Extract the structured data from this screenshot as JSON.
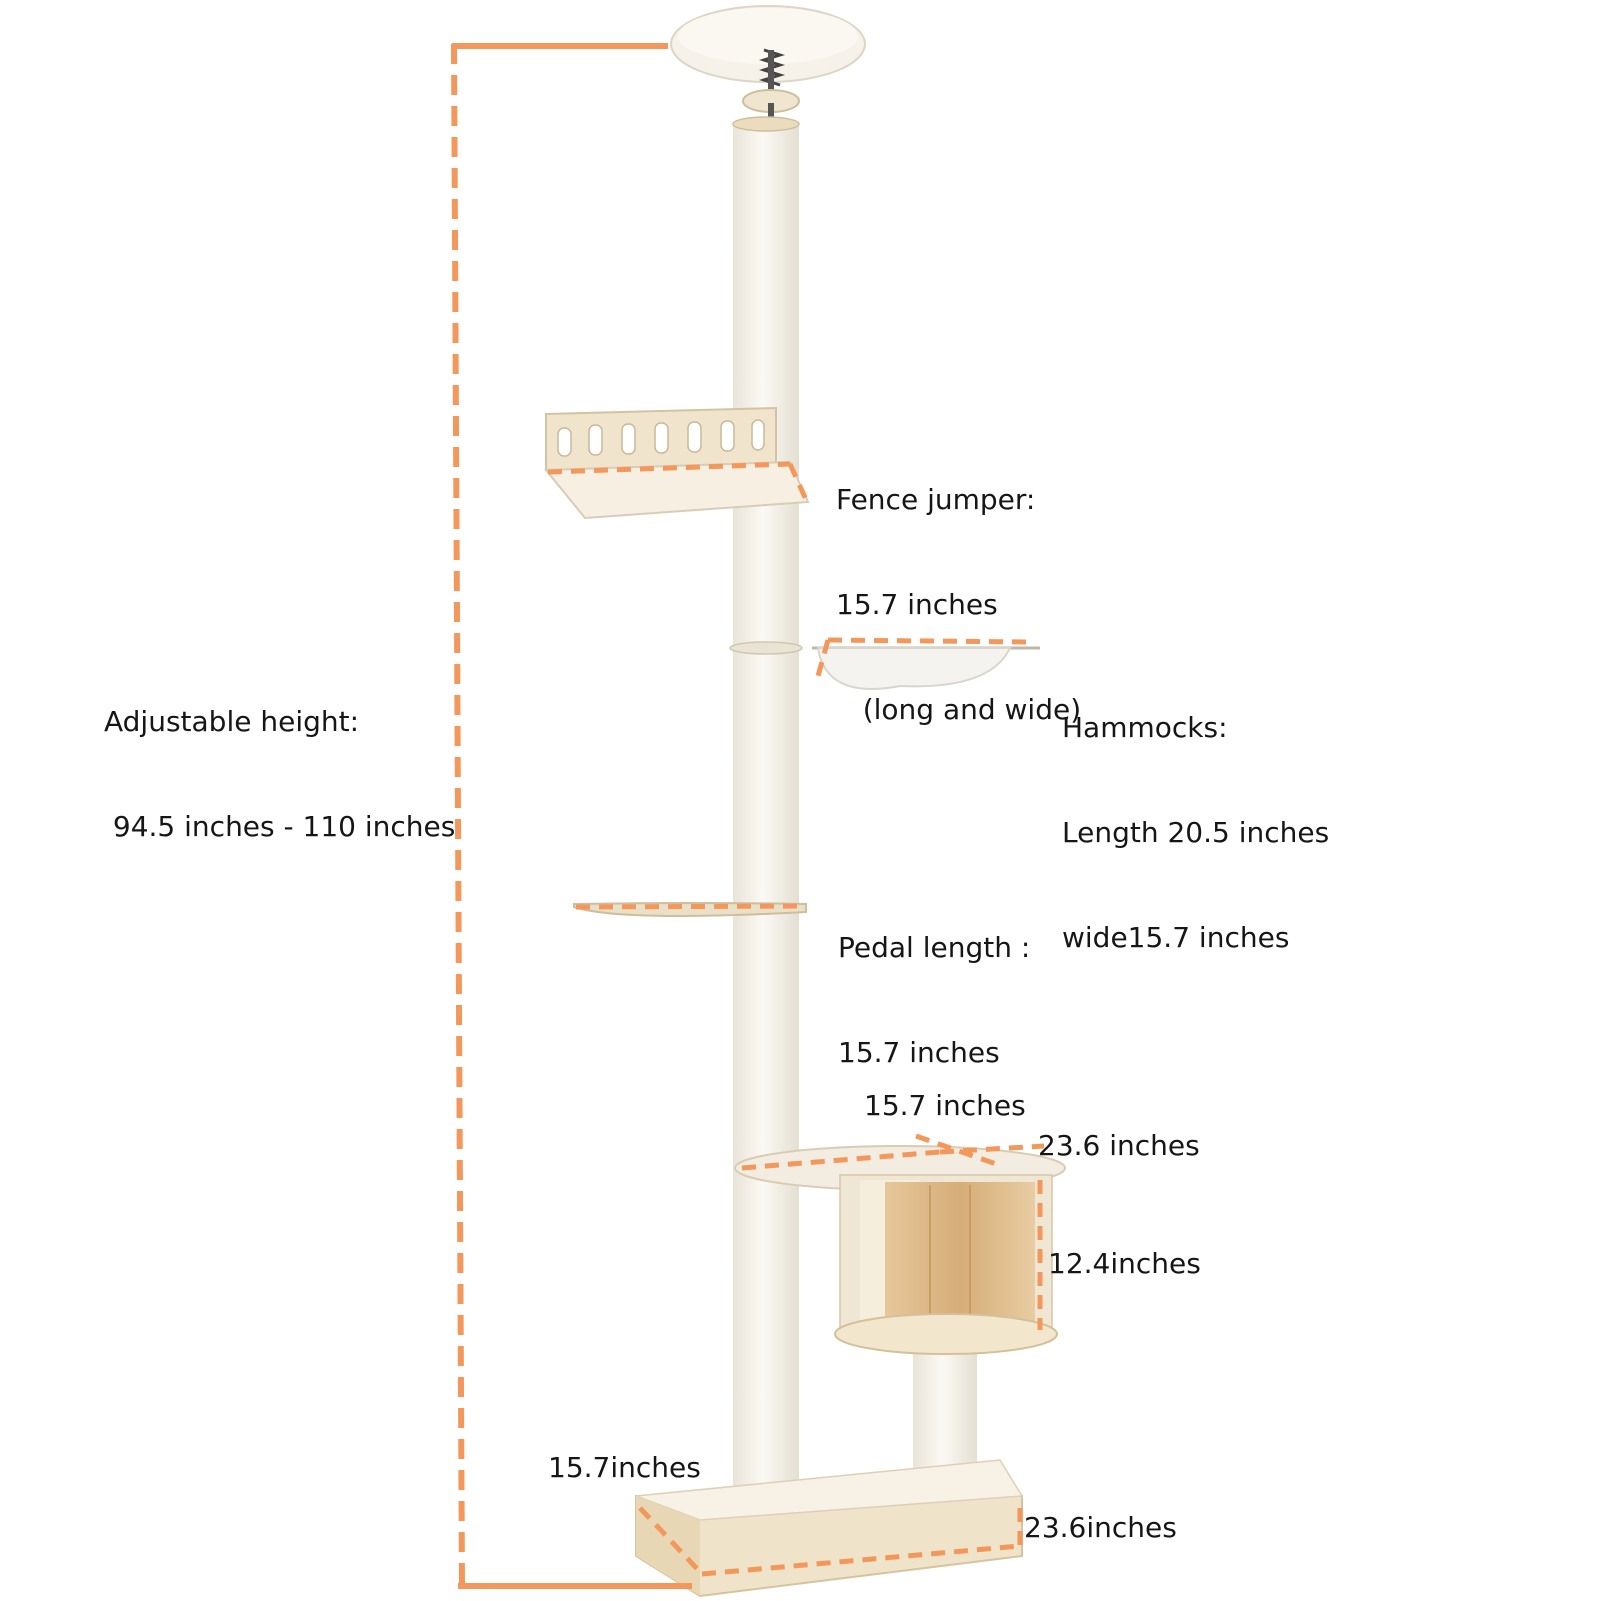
{
  "colors": {
    "dimension_line": "#f4975a",
    "pole": "#f1eee7",
    "wood": "#efe3c9",
    "wood_dark": "#d9b98a",
    "text": "#161616"
  },
  "labels": {
    "adjustable_height": {
      "title": "Adjustable height:",
      "value": " 94.5 inches - 110 inches"
    },
    "fence_jumper": {
      "title": "Fence jumper:",
      "value": "15.7 inches",
      "note": "   (long and wide)"
    },
    "hammocks": {
      "title": "Hammocks:",
      "length": "Length 20.5 inches",
      "width": "wide15.7 inches"
    },
    "pedal": {
      "title": "Pedal length :",
      "value": "15.7 inches"
    },
    "condo": {
      "depth": "15.7 inches",
      "width": "23.6 inches",
      "height": "12.4inches"
    },
    "base": {
      "depth": "15.7inches",
      "width": "23.6inches"
    }
  },
  "icons": [
    "ceiling-plate-icon",
    "spring-icon",
    "fence-jumper-icon",
    "hammock-icon",
    "pedal-icon",
    "condo-icon",
    "base-icon"
  ]
}
